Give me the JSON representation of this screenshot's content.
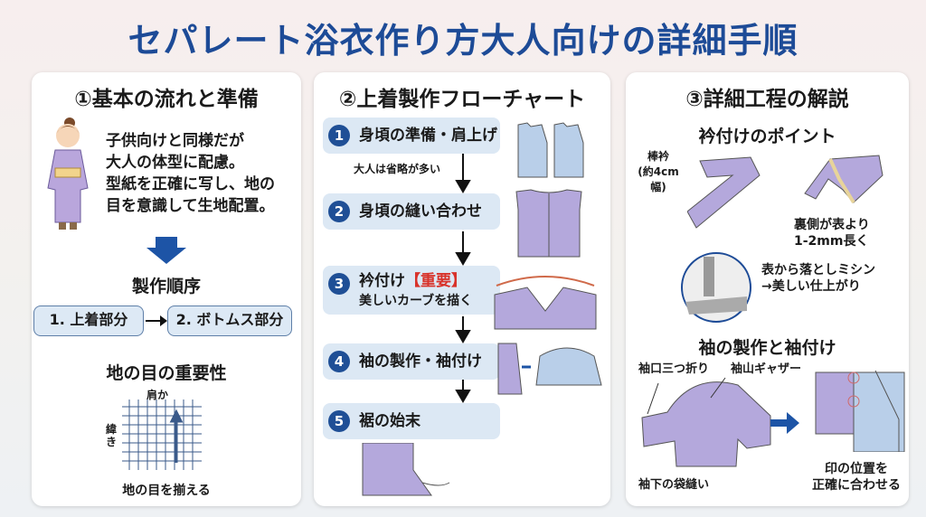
{
  "title": "セパレート浴衣作り方大人向けの詳細手順",
  "panel1": {
    "heading": "①基本の流れと準備",
    "intro": [
      "子供向けと同様だが",
      "大人の体型に配慮。",
      "型紙を正確に写し、地の",
      "目を意識して生地配置。"
    ],
    "order_heading": "製作順序",
    "order": [
      "1. 上着部分",
      "2. ボトムス部分"
    ],
    "grain_heading": "地の目の重要性",
    "grain_top": "肩か",
    "grain_side": "緯き",
    "grain_caption": "地の目を揃える"
  },
  "panel2": {
    "heading": "②上着製作フローチャート",
    "steps": [
      {
        "num": "1",
        "label": "身頃の準備・肩上げ",
        "note": "大人は省略が多い"
      },
      {
        "num": "2",
        "label": "身頃の縫い合わせ"
      },
      {
        "num": "3",
        "label": "衿付け",
        "badge": "【重要】",
        "note": "美しいカーブを描く"
      },
      {
        "num": "4",
        "label": "袖の製作・袖付け"
      },
      {
        "num": "5",
        "label": "裾の始末"
      }
    ]
  },
  "panel3": {
    "heading": "③詳細工程の解説",
    "collar_heading": "衿付けのポイント",
    "collar_label": [
      "棒衿",
      "(約4cm幅)"
    ],
    "collar_note": [
      "裏側が表より",
      "1-2mm長く"
    ],
    "machine_note": [
      "表から落としミシン",
      "→美しい仕上がり"
    ],
    "sleeve_heading": "袖の製作と袖付け",
    "sleeve_cuff": "袖口三つ折り",
    "sleeve_gather": "袖山ギャザー",
    "sleeve_under": "袖下の袋縫い",
    "align_note": [
      "印の位置を",
      "正確に合わせる"
    ]
  },
  "colors": {
    "accent": "#1d4b97",
    "lavender": "#b4a8dc",
    "lightblue": "#b9cfe9",
    "important": "#d8322a"
  }
}
